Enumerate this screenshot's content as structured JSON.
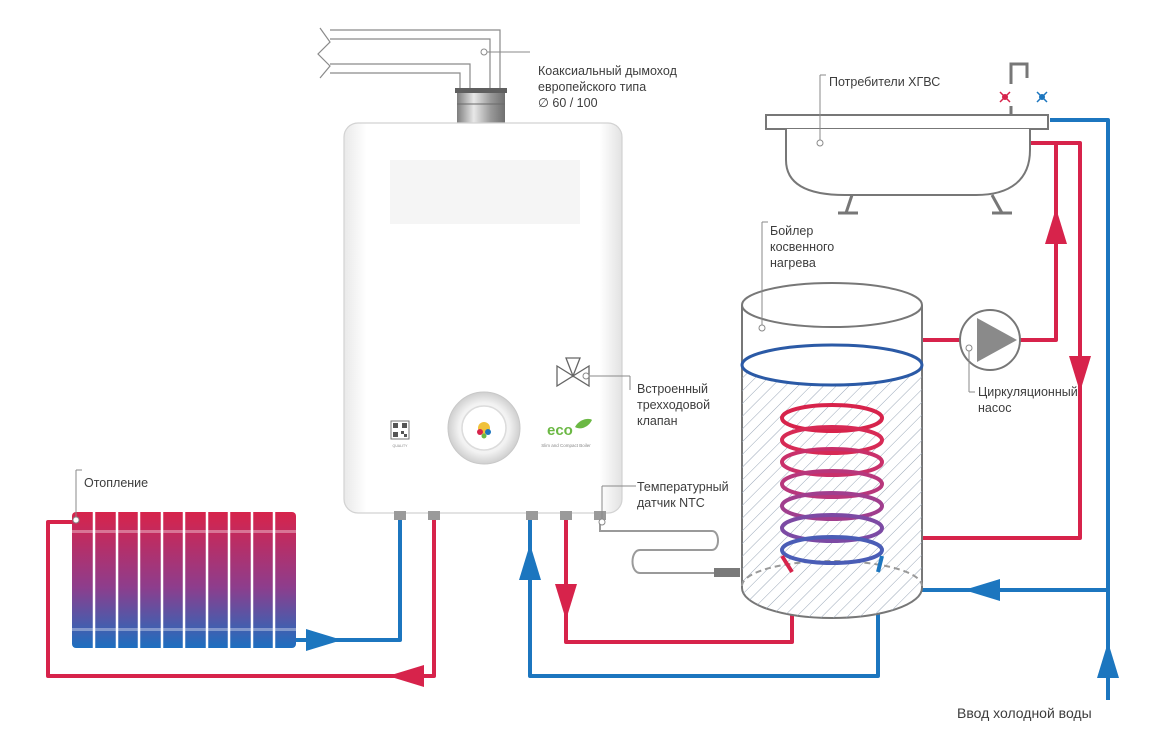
{
  "labels": {
    "chimney": [
      "Коаксиальный дымоход",
      "европейского типа",
      "∅ 60 / 100"
    ],
    "consumers": [
      "Потребители ХГВС"
    ],
    "boiler_tank": [
      "Бойлер",
      "косвенного",
      "нагрева"
    ],
    "valve": [
      "Встроенный",
      "трехходовой",
      "клапан"
    ],
    "pump": [
      "Циркуляционный",
      "насос"
    ],
    "sensor": [
      "Температурный",
      "датчик NTC"
    ],
    "heating": [
      "Отопление"
    ],
    "cold_water": [
      "Ввод холодной воды"
    ]
  },
  "device": {
    "brand": "eco",
    "tagline": "Slim and Compact Boiler",
    "qr_caption": "QUALITY"
  },
  "colors": {
    "hot": "#d7234b",
    "cold": "#1c76bf",
    "heater_top": "#d7234b",
    "heater_bottom": "#1d6fc0",
    "outline": "#777777",
    "leader": "#8a8a8a",
    "text": "#3d3d3d",
    "accent_green": "#6bb844"
  }
}
